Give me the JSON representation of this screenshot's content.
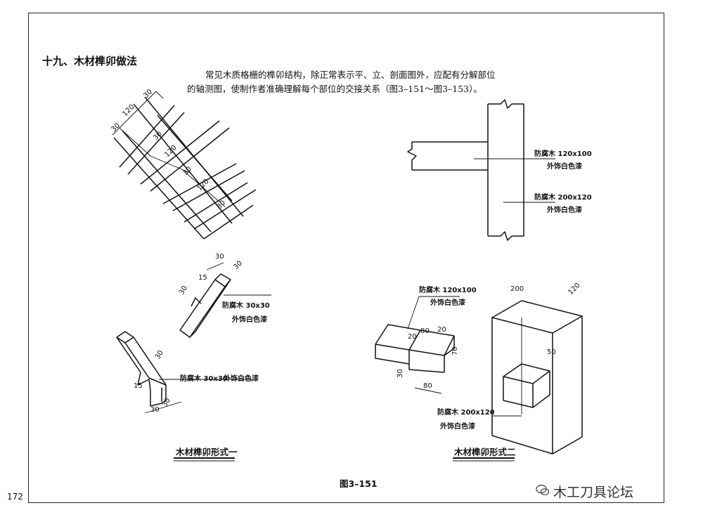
{
  "heading": "十九、木材榫卯做法",
  "intro": {
    "line1": "常见木质格栅的榫卯结构，除正常表示平、立、剖面图外，应配有分解部位",
    "line2": "的轴测图，使制作者准确理解每个部位的交接关系（图3–151～图3–153）。"
  },
  "grid_dims": {
    "d1": "30",
    "d2": "120",
    "d3": "30",
    "d4": "30",
    "d5": "120",
    "d6": "30",
    "d7": "120",
    "d8": "30"
  },
  "elevation_labels": {
    "beam_spec": "防腐木 120x100",
    "beam_finish": "外饰白色漆",
    "post_spec": "防腐木 200x120",
    "post_finish": "外饰白色漆"
  },
  "form1": {
    "caption": "木材榫卯形式一",
    "upper_dims": {
      "top": "30",
      "side": "30",
      "notch": "15",
      "end": "30"
    },
    "upper_spec": "防腐木 30x30",
    "upper_finish": "外饰白色漆",
    "lower_dims": {
      "notch_w": "30",
      "notch_d": "15",
      "base1": "30",
      "base2": "30"
    },
    "lower_spec": "防腐木 30x30",
    "lower_finish": "外饰白色漆"
  },
  "form2": {
    "caption": "木材榫卯形式二",
    "beam_spec": "防腐木 120x100",
    "beam_finish": "外饰白色漆",
    "beam_dims": {
      "a": "20",
      "b": "80",
      "c": "20",
      "h": "70",
      "len": "80",
      "th": "30"
    },
    "post_dims": {
      "w": "200",
      "d": "120",
      "mortise": "50"
    },
    "post_spec": "防腐木 200x120",
    "post_finish": "外饰白色漆"
  },
  "figure_caption": "图3–151",
  "page_number": "172",
  "watermark": "木工刀具论坛",
  "icons": {
    "watermark_icon": "wechat-logo-icon"
  }
}
